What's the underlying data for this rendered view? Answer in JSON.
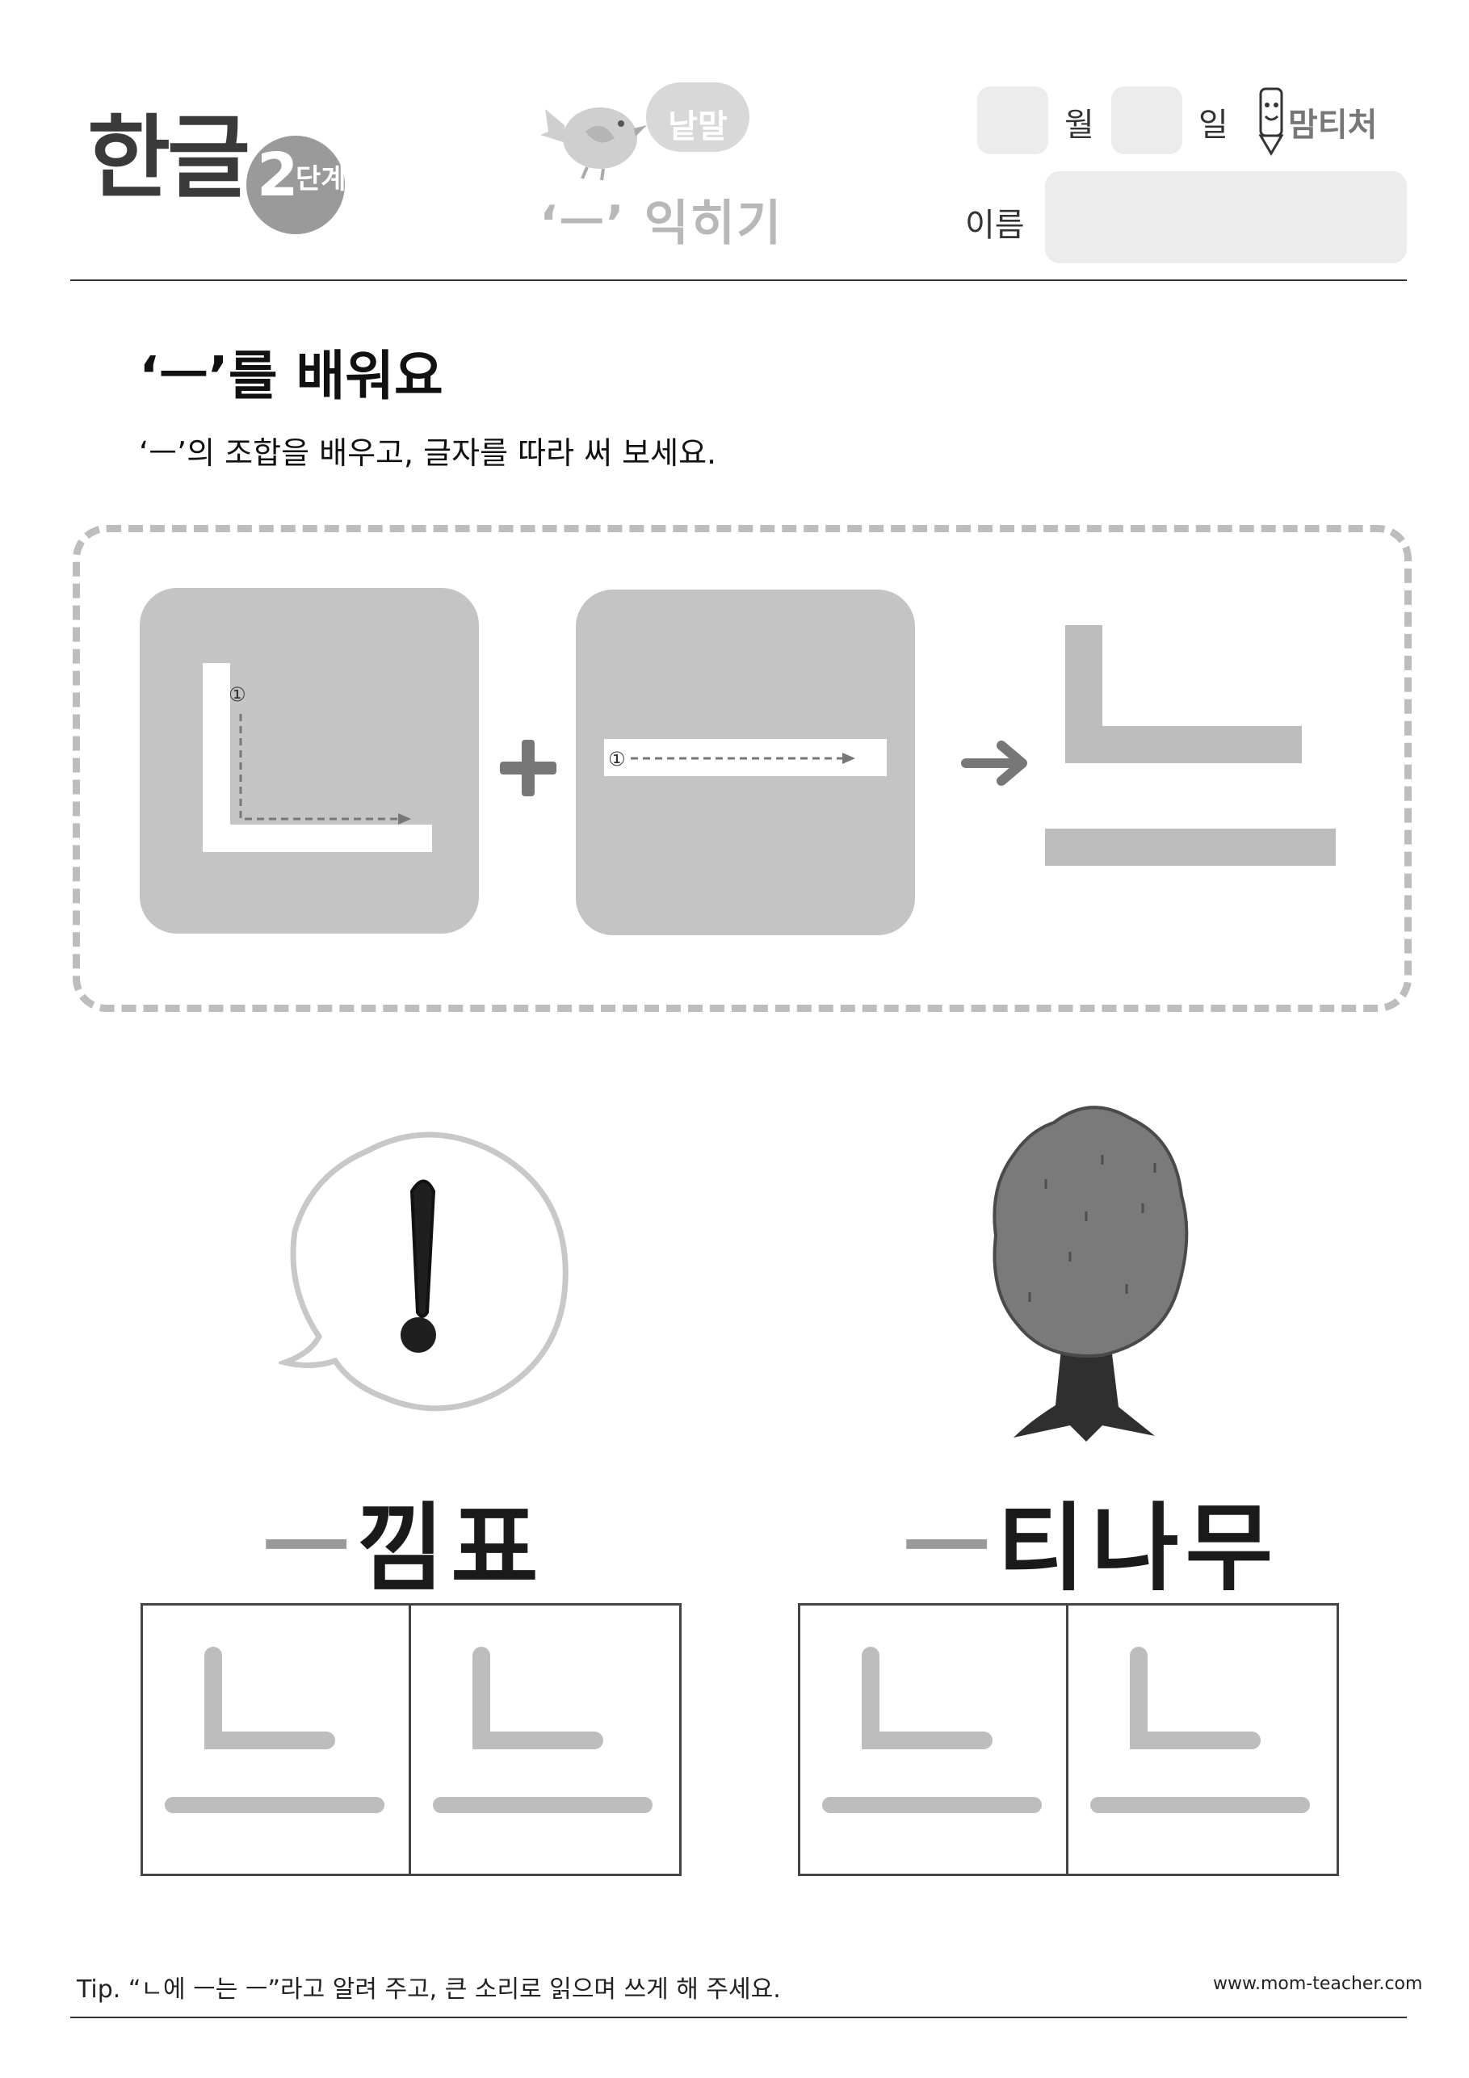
{
  "header": {
    "title": "한글",
    "stage_number": "2",
    "stage_label": "단계",
    "category": "낱말",
    "lesson_title": "‘ㅡ’ 익히기",
    "month_label": "월",
    "day_label": "일",
    "name_label": "이름",
    "logo_text": "맘티처"
  },
  "section": {
    "title": "‘ㅡ’를 배워요",
    "subtitle": "‘ㅡ’의 조합을 배우고, 글자를 따라 써 보세요."
  },
  "combination": {
    "stroke_marker_1": "①",
    "stroke_marker_2": "①",
    "plus": "+",
    "arrow": "➜"
  },
  "words": [
    {
      "highlight": "ㅡ",
      "rest": "낌표",
      "picture": "exclamation-speech-bubble"
    },
    {
      "highlight": "ㅡ",
      "rest": "티나무",
      "picture": "tree"
    }
  ],
  "colors": {
    "trace_gray": "#bdbdbd",
    "tile_gray": "#c4c4c4",
    "text_dark": "#1a1a1a"
  },
  "footer": {
    "tip": "Tip. “ㄴ에 ㅡ는 ㅡ”라고 알려 주고, 큰 소리로 읽으며 쓰게 해 주세요.",
    "url": "www.mom-teacher.com"
  }
}
